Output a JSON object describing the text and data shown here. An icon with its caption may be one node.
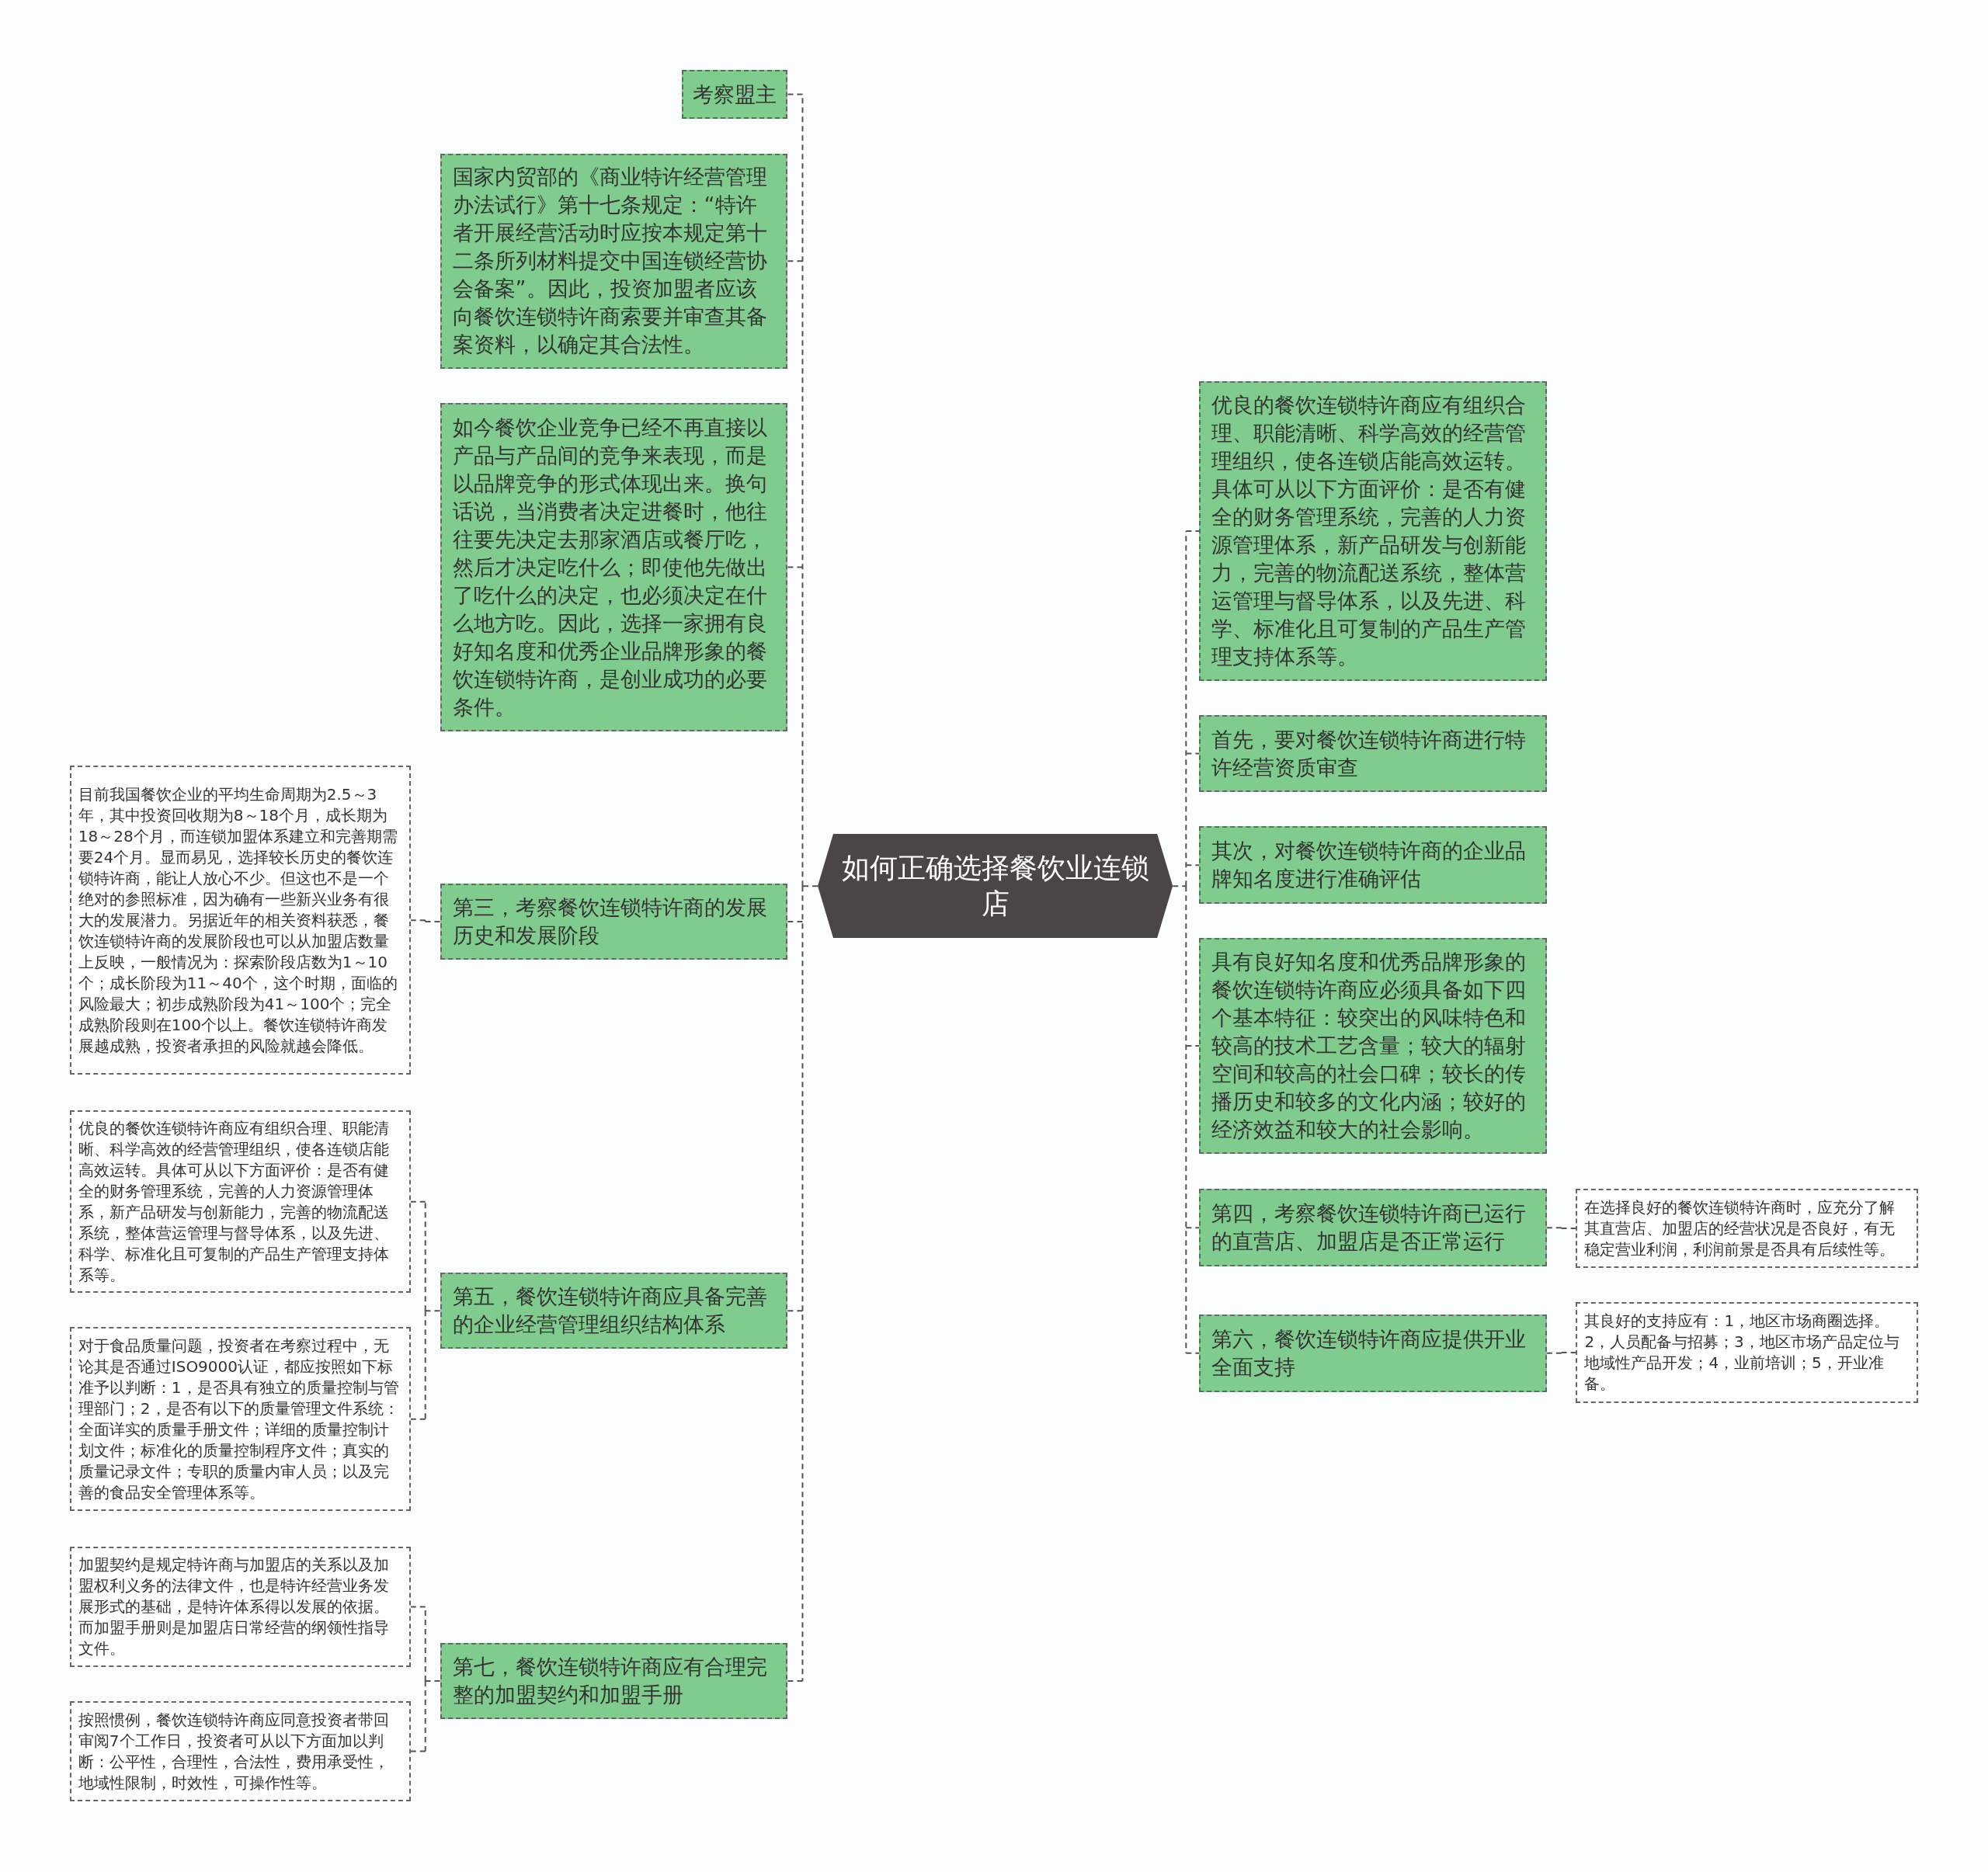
{
  "diagram": {
    "nodes": [
      {
        "text": [
          "如何正确选择餐饮业连锁店"
        ]
      },
      {
        "text": [
          "考察盟主"
        ]
      },
      {
        "text": [
          "国家内贸部的《商业特许经营管理办法试行》第十七条规定：“特许者开展经营活动时应按本规定第十二条所列材料提交中国连锁经营协会备案”。因此，投资加盟者应该向餐饮连锁特许商索要并审查其备案资料，以确定其合法性。"
        ]
      },
      {
        "text": [
          "如今餐饮企业竞争已经不再直接以产品与产品间的竞争来表现，而是以品牌竞争的形式体现出来。换句话说，当消费者决定进餐时，他往往要先决定去那家酒店或餐厅吃，然后才决定吃什么；即使他先做出了吃什么的决定，也必须决定在什么地方吃。因此，选择一家拥有良好知名度和优秀企业品牌形象的餐饮连锁特许商，是创业成功的必要条件。"
        ]
      },
      {
        "text": [
          "第三，考察餐饮连锁特许商的发展历史和发展阶段"
        ]
      },
      {
        "text": [
          "目前我国餐饮企业的平均生命周期为2.5～3年，其中投资回收期为8～18个月，成长期为18～28个月，而连锁加盟体系建立和完善期需要24个月。显而易见，选择较长历史的餐饮连锁特许商，能让人放心不少。但这也不是一个绝对的参照标准，因为确有一些新兴业务有很大的发展潜力。另据近年的相关资料获悉，餐饮连锁特许商的发展阶段也可以从加盟店数量上反映，一般情况为：探索阶段店数为1～10个；成长阶段为11～40个，这个时期，面临的风险最大；初步成熟阶段为41～100个；完全成熟阶段则在100个以上。餐饮连锁特许商发展越成熟，投资者承担的风险就越会降低。"
        ]
      },
      {
        "text": [
          "第五，餐饮连锁特许商应具备完善的企业经营管理组织结构体系"
        ]
      },
      {
        "text": [
          "优良的餐饮连锁特许商应有组织合理、职能清晰、科学高效的经营管理组织，使各连锁店能高效运转。具体可从以下方面评价：是否有健全的财务管理系统，完善的人力资源管理体系，新产品研发与创新能力，完善的物流配送系统，整体营运管理与督导体系，以及先进、科学、标准化且可复制的产品生产管理支持体系等。"
        ]
      },
      {
        "text": [
          "对于食品质量问题，投资者在考察过程中，无论其是否通过ISO9000认证，都应按照如下标准予以判断：1，是否具有独立的质量控制与管理部门；2，是否有以下的质量管理文件系统：全面详实的质量手册文件；详细的质量控制计划文件；标准化的质量控制程序文件；真实的质量记录文件；专职的质量内审人员；以及完善的食品安全管理体系等。"
        ]
      },
      {
        "text": [
          "第七，餐饮连锁特许商应有合理完整的加盟契约和加盟手册"
        ]
      },
      {
        "text": [
          "加盟契约是规定特许商与加盟店的关系以及加盟权利义务的法律文件，也是特许经营业务发展形式的基础，是特许体系得以发展的依据。而加盟手册则是加盟店日常经营的纲领性指导文件。"
        ]
      },
      {
        "text": [
          "按照惯例，餐饮连锁特许商应同意投资者带回审阅7个工作日，投资者可从以下方面加以判断：公平性，合理性，合法性，费用承受性，地域性限制，时效性，可操作性等。"
        ]
      },
      {
        "text": [
          "优良的餐饮连锁特许商应有组织合理、职能清晰、科学高效的经营管理组织，使各连锁店能高效运转。具体可从以下方面评价：是否有健全的财务管理系统，完善的人力资源管理体系，新产品研发与创新能力，完善的物流配送系统，整体营运管理与督导体系，以及先进、科学、标准化且可复制的产品生产管理支持体系等。"
        ]
      },
      {
        "text": [
          "首先，要对餐饮连锁特许商进行特许经营资质审查"
        ]
      },
      {
        "text": [
          "其次，对餐饮连锁特许商的企业品牌知名度进行准确评估"
        ]
      },
      {
        "text": [
          "具有良好知名度和优秀品牌形象的餐饮连锁特许商应必须具备如下四个基本特征：较突出的风味特色和较高的技术工艺含量；较大的辐射空间和较高的社会口碑；较长的传播历史和较多的文化内涵；较好的经济效益和较大的社会影响。"
        ]
      },
      {
        "text": [
          "第四，考察餐饮连锁特许商已运行的直营店、加盟店是否正常运行"
        ]
      },
      {
        "text": [
          "在选择良好的餐饮连锁特许商时，应充分了解其直营店、加盟店的经营状况是否良好，有无稳定营业利润，利润前景是否具有后续性等。"
        ]
      },
      {
        "text": [
          "第六，餐饮连锁特许商应提供开业全面支持"
        ]
      },
      {
        "text": [
          "其良好的支持应有：1，地区市场商圈选择。2，人员配备与招募；3，地区市场产品定位与地域性产品开发；4，业前培训；5，开业准备。"
        ]
      }
    ],
    "edges": [
      {
        "from": 0,
        "to": 1,
        "arrow": "none",
        "style": "dashed"
      },
      {
        "from": 0,
        "to": 2,
        "arrow": "none",
        "style": "dashed"
      },
      {
        "from": 0,
        "to": 3,
        "arrow": "none",
        "style": "dashed"
      },
      {
        "from": 0,
        "to": 4,
        "arrow": "none",
        "style": "dashed"
      },
      {
        "from": 4,
        "to": 5,
        "arrow": "none",
        "style": "dashed"
      },
      {
        "from": 0,
        "to": 6,
        "arrow": "none",
        "style": "dashed"
      },
      {
        "from": 6,
        "to": 7,
        "arrow": "none",
        "style": "dashed"
      },
      {
        "from": 6,
        "to": 8,
        "arrow": "none",
        "style": "dashed"
      },
      {
        "from": 0,
        "to": 9,
        "arrow": "none",
        "style": "dashed"
      },
      {
        "from": 9,
        "to": 10,
        "arrow": "none",
        "style": "dashed"
      },
      {
        "from": 9,
        "to": 11,
        "arrow": "none",
        "style": "dashed"
      },
      {
        "from": 0,
        "to": 12,
        "arrow": "none",
        "style": "dashed"
      },
      {
        "from": 0,
        "to": 13,
        "arrow": "none",
        "style": "dashed"
      },
      {
        "from": 0,
        "to": 14,
        "arrow": "none",
        "style": "dashed"
      },
      {
        "from": 0,
        "to": 15,
        "arrow": "none",
        "style": "dashed"
      },
      {
        "from": 0,
        "to": 16,
        "arrow": "none",
        "style": "dashed"
      },
      {
        "from": 16,
        "to": 17,
        "arrow": "none",
        "style": "dashed"
      },
      {
        "from": 0,
        "to": 18,
        "arrow": "none",
        "style": "dashed"
      },
      {
        "from": 18,
        "to": 19,
        "arrow": "none",
        "style": "dashed"
      }
    ]
  }
}
